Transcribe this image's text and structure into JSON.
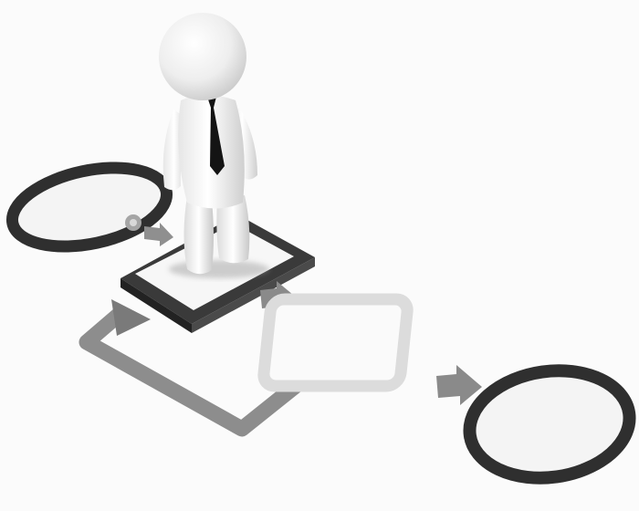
{
  "scene": {
    "subject": "white-3d-person-with-black-tie",
    "elements": [
      {
        "name": "start-ellipse-ring",
        "color": "#2f2f2f"
      },
      {
        "name": "active-process-box",
        "color": "#2f2f2f"
      },
      {
        "name": "decision-diamond",
        "color": "#d6d6d6"
      },
      {
        "name": "loop-back-arrow",
        "color": "#8a8a8a"
      },
      {
        "name": "end-ellipse-ring",
        "color": "#2f2f2f"
      }
    ],
    "colors": {
      "background": "#fbfbfb",
      "dark_ring": "#2f2f2f",
      "gray_connector": "#8a8a8a",
      "light_outline": "#d9d9d9",
      "figure_white": "#f2f2f2",
      "tie": "#141414"
    }
  }
}
